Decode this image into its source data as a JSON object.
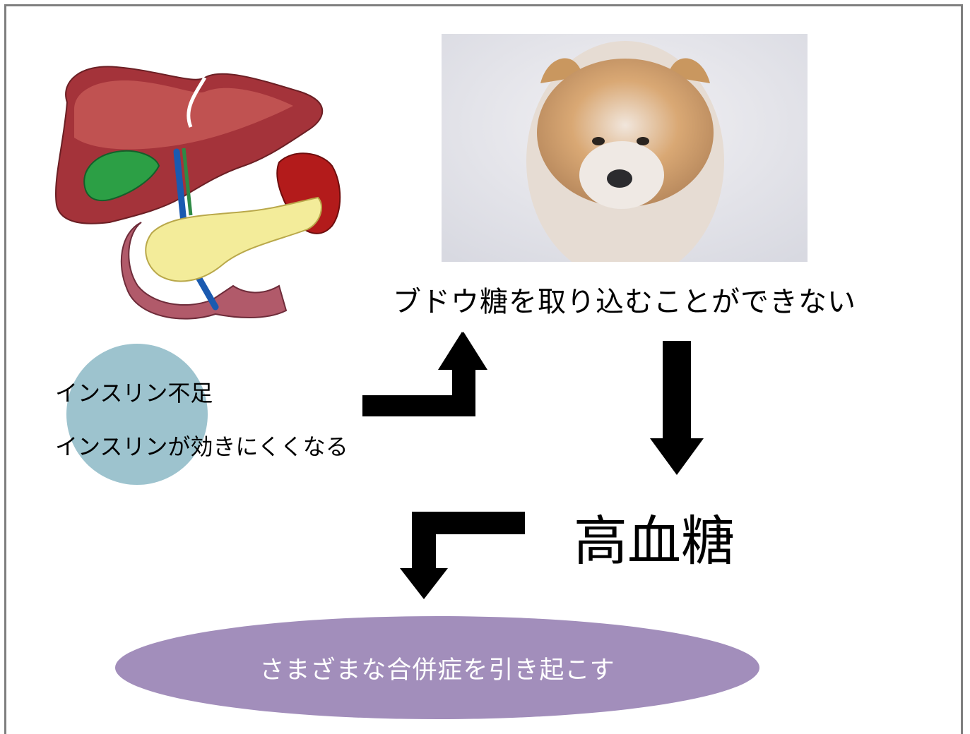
{
  "diagram": {
    "top_label": "ブドウ糖を取り込むことができない",
    "causes": [
      "インスリン不足",
      "インスリンが効きにくくなる"
    ],
    "center_label": "高血糖",
    "result": "さまざまな合併症を引き起こす",
    "images": {
      "organs": "liver-pancreas-illustration",
      "photo": "akita-dog-in-snow-photo"
    },
    "colors": {
      "cause_circle": "#9dc3ce",
      "result_ellipse": "#a28ebb",
      "arrow": "#000000",
      "frame_border": "#7f7f7f"
    }
  }
}
